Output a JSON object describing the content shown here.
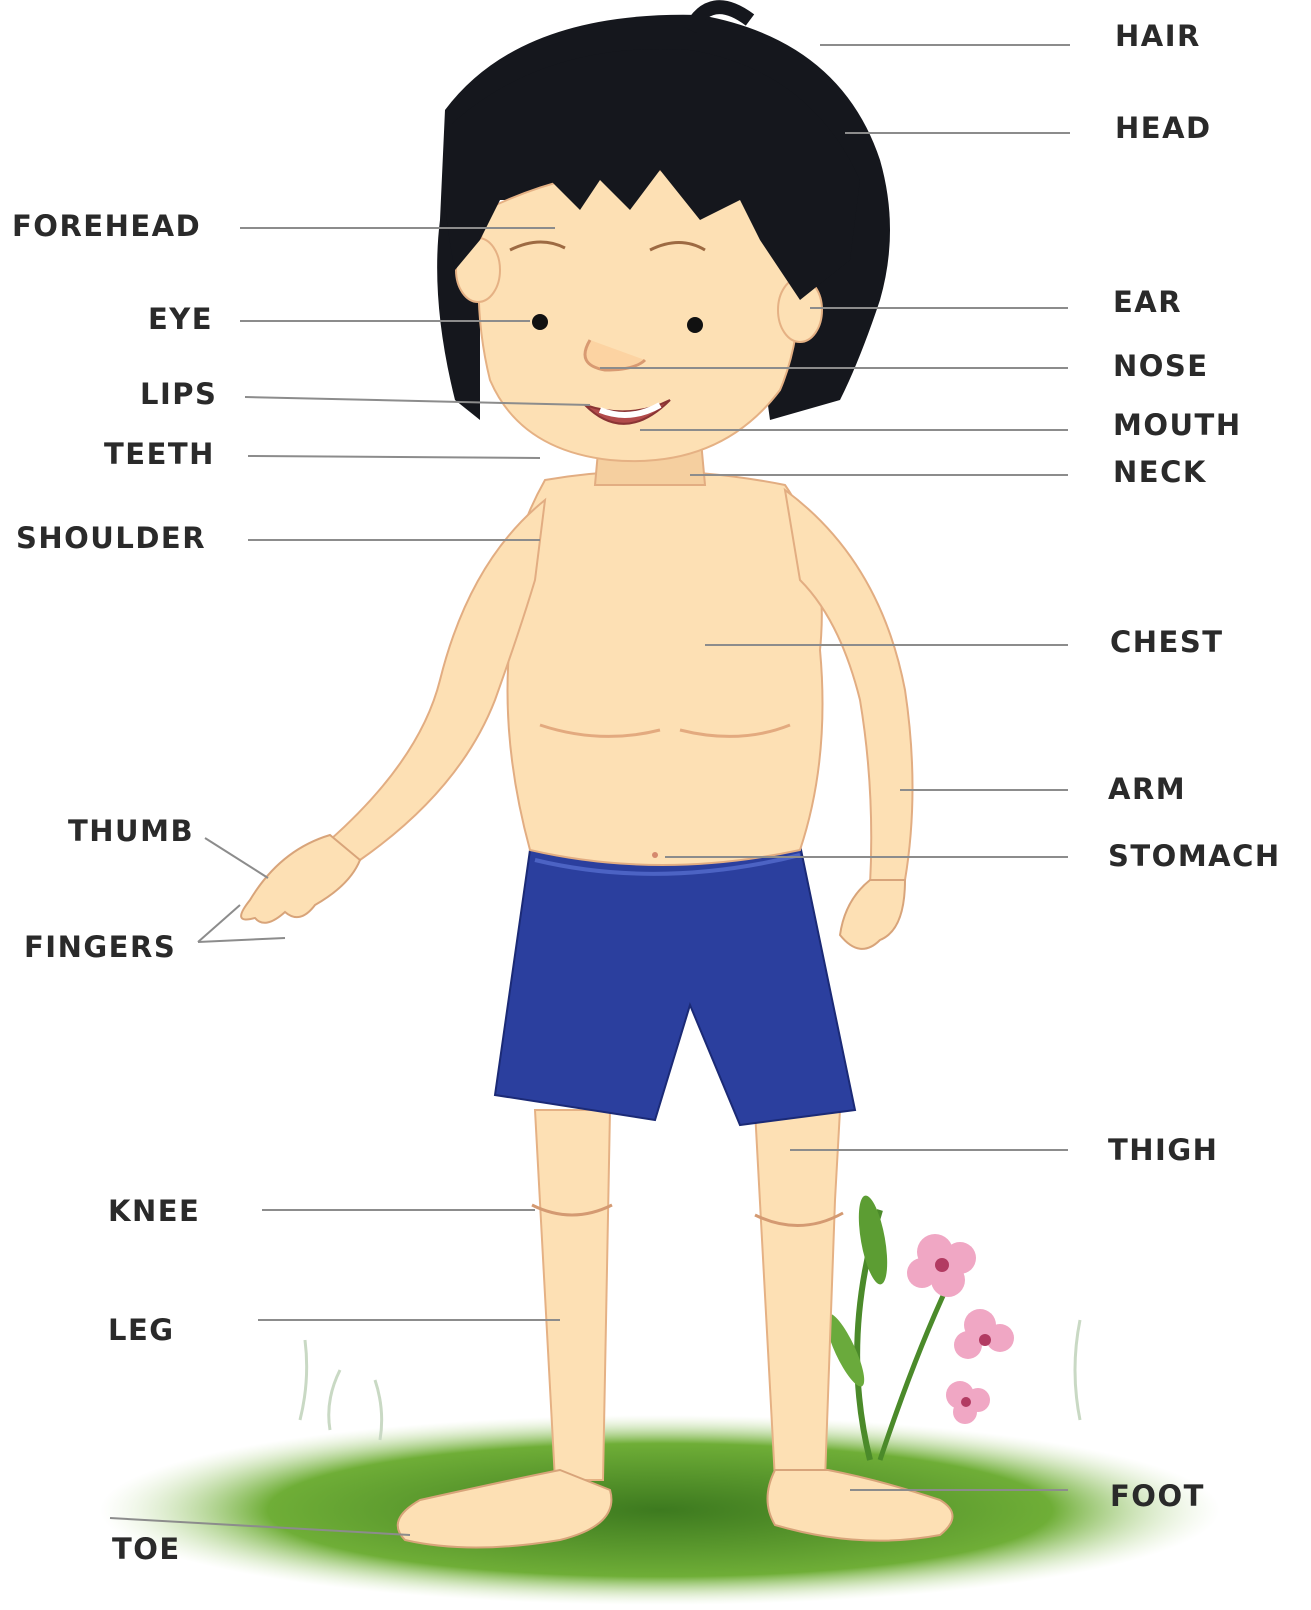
{
  "labels": {
    "hair": "HAIR",
    "head": "HEAD",
    "forehead": "FOREHEAD",
    "eye": "EYE",
    "ear": "EAR",
    "nose": "NOSE",
    "lips": "LIPS",
    "mouth": "MOUTH",
    "teeth": "TEETH",
    "neck": "NECK",
    "shoulder": "SHOULDER",
    "chest": "CHEST",
    "arm": "ARM",
    "thumb": "THUMB",
    "stomach": "STOMACH",
    "fingers": "FINGERS",
    "thigh": "THIGH",
    "knee": "KNEE",
    "leg": "LEG",
    "foot": "FOOT",
    "toe": "TOE"
  },
  "colors": {
    "skin": "#fde0b4",
    "skin_shadow": "#eab78a",
    "hair": "#15171d",
    "shorts": "#2b3f9e",
    "grass": "#5f9a2e",
    "leader_line": "#8c8c8c",
    "label_text": "#2a2a2a",
    "flower": "#f0a7c4"
  }
}
